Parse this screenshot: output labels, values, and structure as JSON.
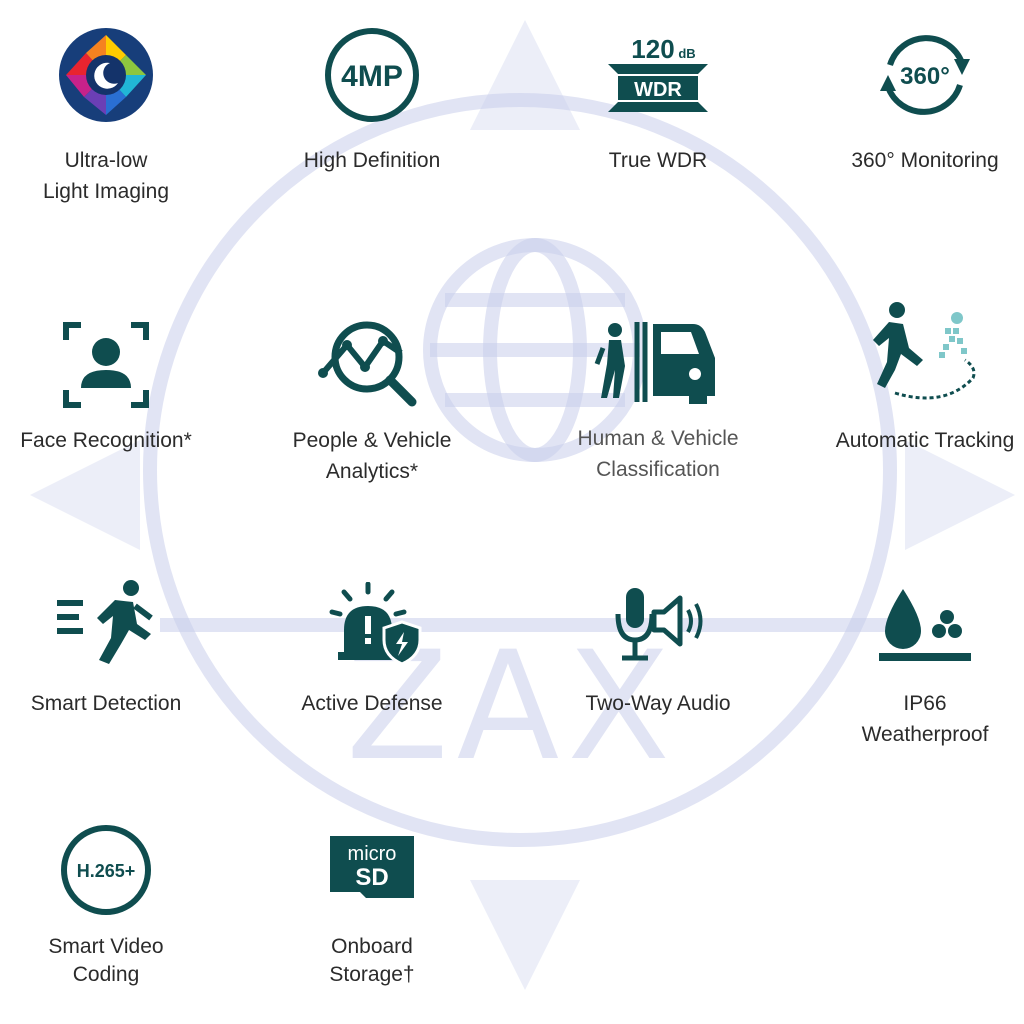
{
  "accent": "#0f4d4f",
  "watermark": {
    "text": "ZAX",
    "color": "#c8cdeb"
  },
  "icon_texts": {
    "hd": "4MP",
    "wdr_top": "120",
    "wdr_unit": "dB",
    "wdr_mid": "WDR",
    "deg": "360°",
    "h265": "H.265+",
    "micro": "micro",
    "sd": "SD"
  },
  "features": [
    {
      "icon": "night-vision-icon",
      "line1": "Ultra-low",
      "line2": "Light Imaging"
    },
    {
      "icon": "4mp-icon",
      "line1": "High Definition",
      "line2": ""
    },
    {
      "icon": "wdr-icon",
      "line1": "True WDR",
      "line2": ""
    },
    {
      "icon": "360-rotate-icon",
      "line1": "360° Monitoring",
      "line2": ""
    },
    {
      "icon": "face-scan-icon",
      "line1": "Face Recognition*",
      "line2": ""
    },
    {
      "icon": "analytics-magnifier-icon",
      "line1": "People & Vehicle",
      "line2": "Analytics*"
    },
    {
      "icon": "person-car-icon",
      "line1": "Human & Vehicle",
      "line2": "Classification"
    },
    {
      "icon": "tracking-person-icon",
      "line1": "Automatic Tracking",
      "line2": ""
    },
    {
      "icon": "running-person-icon",
      "line1": "Smart Detection",
      "line2": ""
    },
    {
      "icon": "alarm-shield-icon",
      "line1": "Active Defense",
      "line2": ""
    },
    {
      "icon": "mic-speaker-icon",
      "line1": "Two-Way Audio",
      "line2": ""
    },
    {
      "icon": "water-drop-icon",
      "line1": "IP66",
      "line2": "Weatherproof"
    },
    {
      "icon": "h265-icon",
      "line1": "Smart Video",
      "line2": "Coding"
    },
    {
      "icon": "microsd-card-icon",
      "line1": "Onboard",
      "line2": "Storage†"
    }
  ]
}
